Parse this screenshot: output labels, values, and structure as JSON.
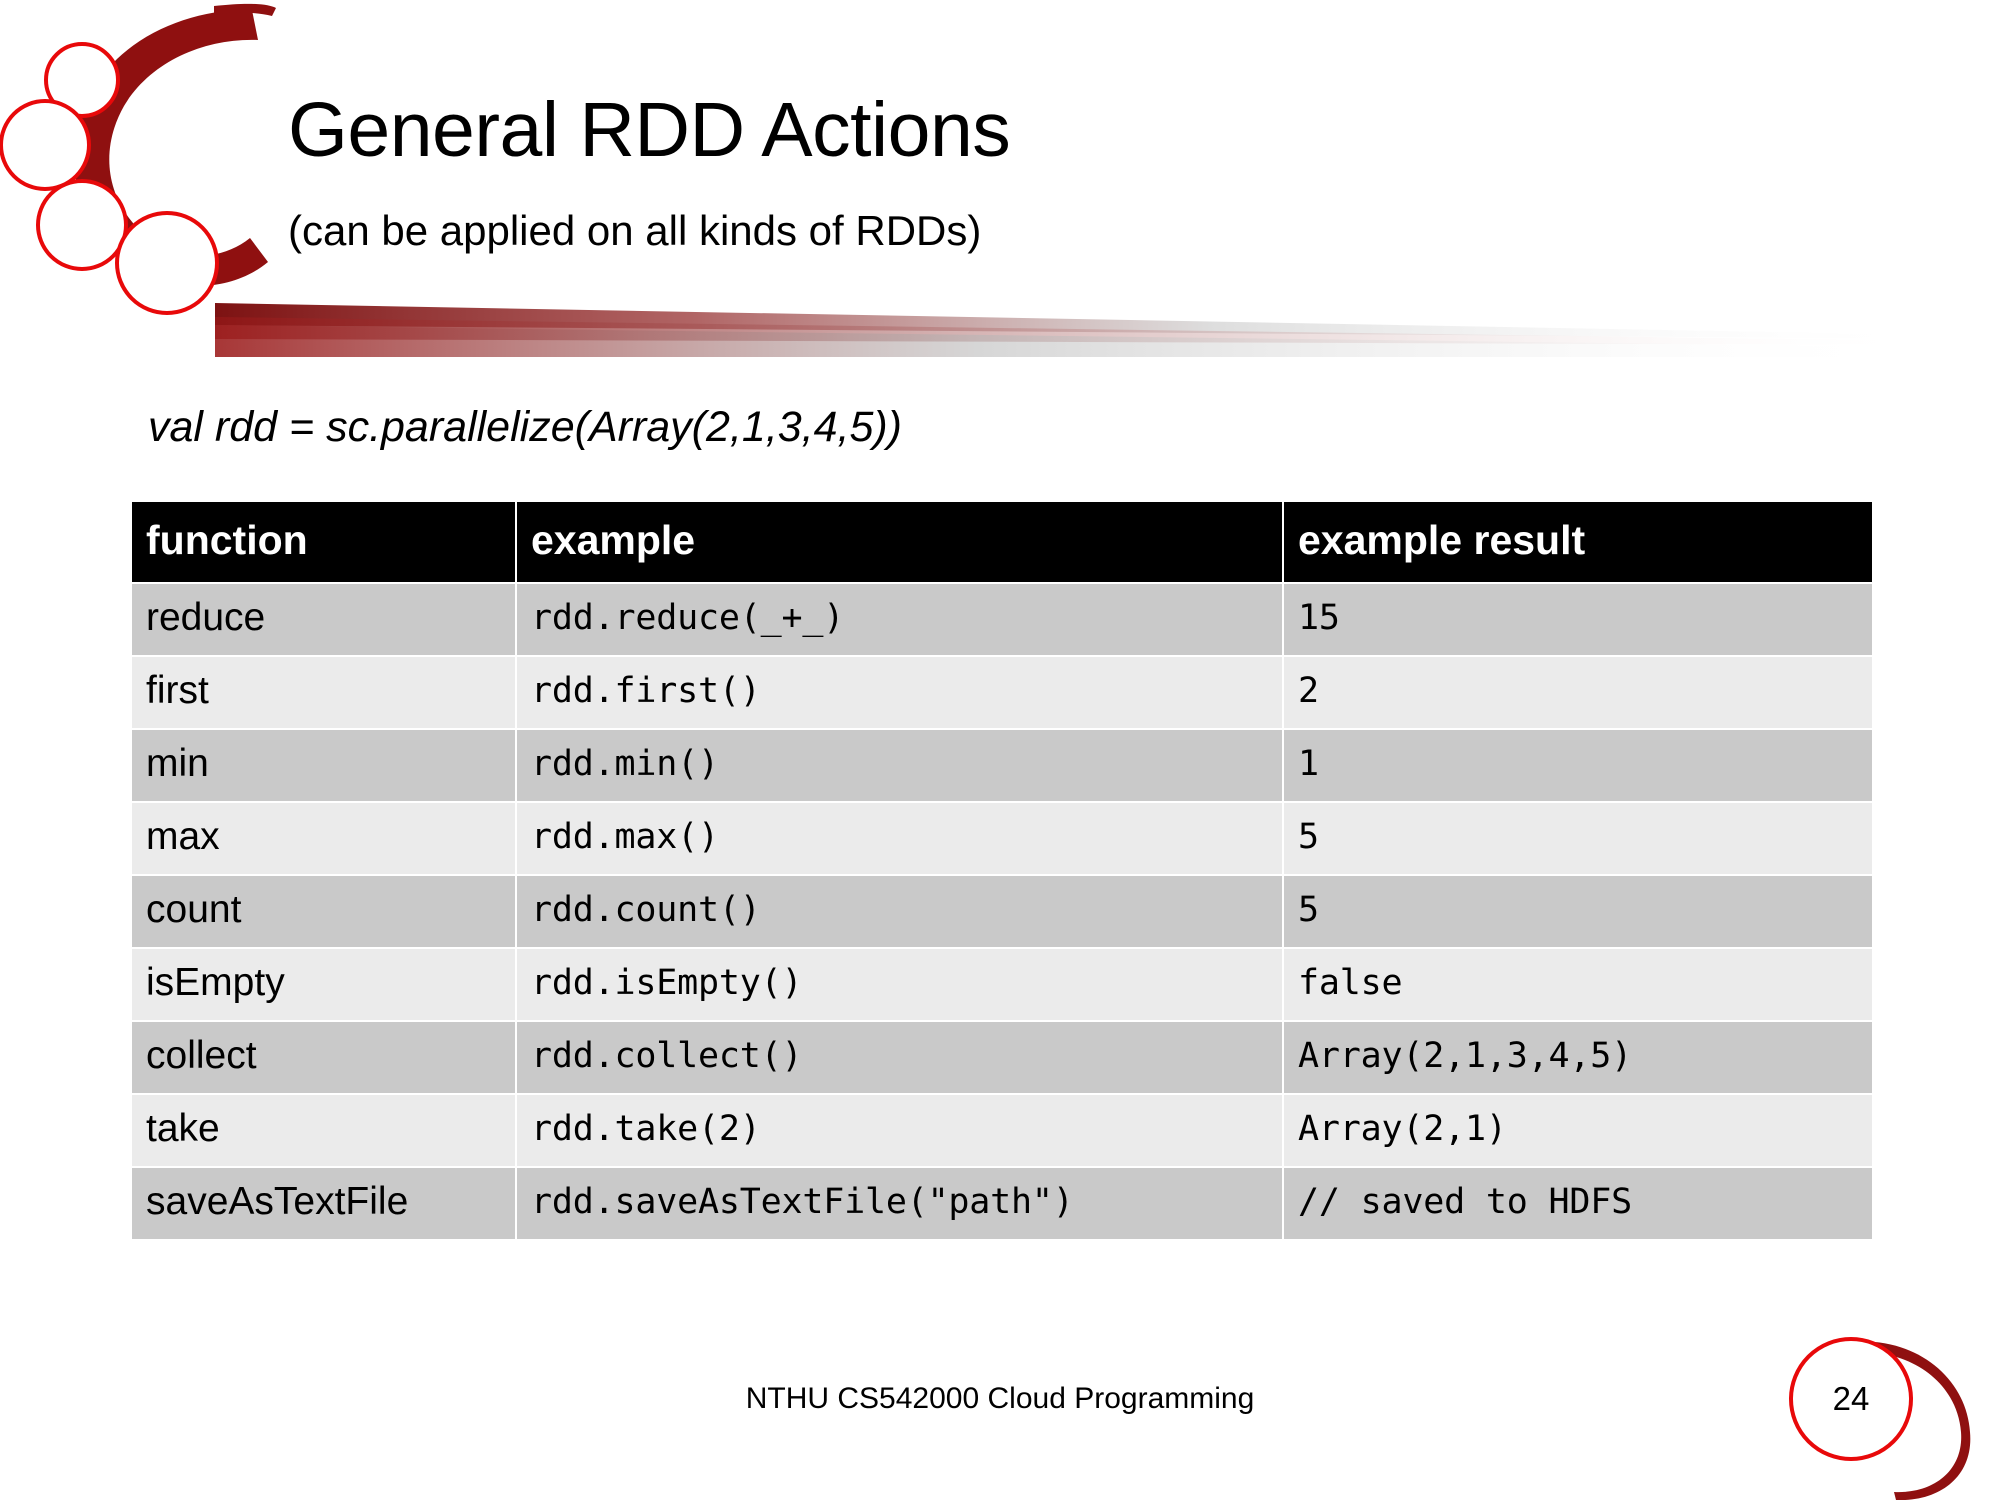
{
  "slide": {
    "title": "General RDD Actions",
    "subtitle": "(can be applied on all kinds of RDDs)",
    "code_line": "val rdd = sc.parallelize(Array(2,1,3,4,5))",
    "footer": "NTHU CS542000 Cloud Programming",
    "page_number": "24",
    "colors": {
      "accent_red": "#e8090a",
      "dark_red": "#8f1515",
      "header_bg": "#000000",
      "header_fg": "#ffffff",
      "row_dark": "#c9c9c9",
      "row_light": "#ebebeb",
      "text": "#000000"
    }
  },
  "table": {
    "headers": [
      "function",
      "example",
      "example result"
    ],
    "rows": [
      {
        "function": "reduce",
        "example": "rdd.reduce(_+_)",
        "result": "15"
      },
      {
        "function": "first",
        "example": "rdd.first()",
        "result": "2"
      },
      {
        "function": "min",
        "example": "rdd.min()",
        "result": "1"
      },
      {
        "function": "max",
        "example": "rdd.max()",
        "result": "5"
      },
      {
        "function": "count",
        "example": "rdd.count()",
        "result": "5"
      },
      {
        "function": "isEmpty",
        "example": "rdd.isEmpty()",
        "result": "false"
      },
      {
        "function": "collect",
        "example": "rdd.collect()",
        "result": "Array(2,1,3,4,5)"
      },
      {
        "function": "take",
        "example": "rdd.take(2)",
        "result": "Array(2,1)"
      },
      {
        "function": "saveAsTextFile",
        "example": "rdd.saveAsTextFile(\"path\")",
        "result": "// saved to HDFS"
      }
    ]
  },
  "decoration": {
    "logo_name": "circle-chain-logo",
    "swoosh_name": "gradient-swoosh-bar",
    "page_badge_name": "page-number-badge"
  }
}
